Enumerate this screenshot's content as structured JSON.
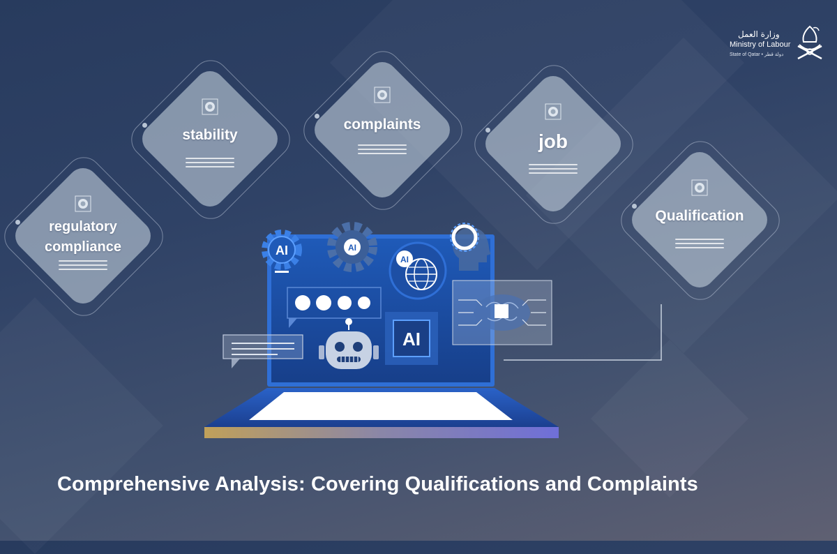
{
  "logo": {
    "arabic_name": "وزارة العمل",
    "english_name": "Ministry of Labour",
    "country_line": "State of Qatar • دولة قطر",
    "emblem_icon": "qatar-emblem-icon"
  },
  "cards": [
    {
      "label": "regulatory compliance",
      "icon": "target-icon"
    },
    {
      "label": "stability",
      "icon": "target-icon"
    },
    {
      "label": "complaints",
      "icon": "target-icon"
    },
    {
      "label": "job",
      "icon": "target-icon"
    },
    {
      "label": "Qualification",
      "icon": "target-icon"
    }
  ],
  "illustration": {
    "chip_label": "AI",
    "gear_badge_label": "AI",
    "gear_small_label": "AI",
    "globe_label": "AI",
    "icons": [
      "gear-icon",
      "globe-icon",
      "robot-icon",
      "chip-icon",
      "brain-icon",
      "chat-bubble-icon",
      "head-profile-icon"
    ]
  },
  "caption": "Comprehensive Analysis: Covering Qualifications and Complaints",
  "colors": {
    "background_top": "#283b5e",
    "background_bottom": "#5f6072",
    "tile": "#becbd8",
    "screen": "#1c4fa8",
    "accent_blue": "#2f6fd6",
    "base_gold": "#c0a05a",
    "base_purple": "#6f6fd8"
  }
}
